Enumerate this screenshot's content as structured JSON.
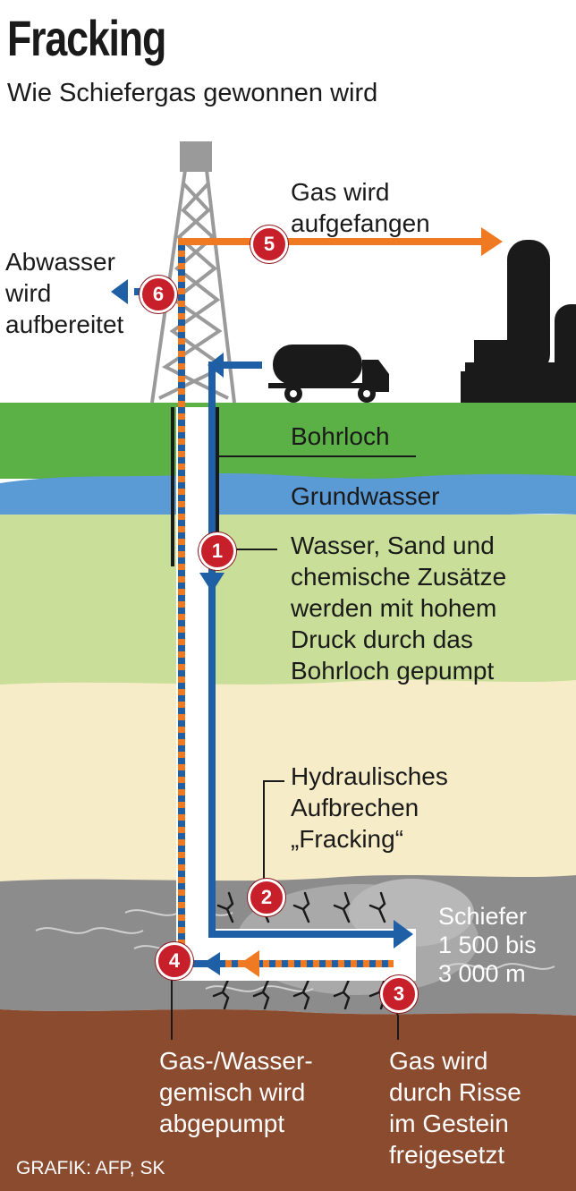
{
  "title": "Fracking",
  "subtitle": "Wie Schiefergas gewonnen wird",
  "credit": "GRAFIK: AFP, SK",
  "colors": {
    "sky": "#ffffff",
    "topsoil": "#5bb046",
    "groundwater": "#5b9bd5",
    "layer_green": "#c9de98",
    "layer_cream": "#f7ecc8",
    "shale": "#8c8c8c",
    "bedrock": "#8a4b2f",
    "water_arrow": "#1f5fa6",
    "gas_arrow": "#f07a22",
    "marker": "#c8202a",
    "machinery": "#1a1a1a"
  },
  "labels": {
    "bohrloch": "Bohrloch",
    "grundwasser": "Grundwasser",
    "schiefer": [
      "Schiefer",
      "1 500 bis",
      "3 000 m"
    ],
    "gas_aufgefangen": [
      "Gas wird",
      "aufgefangen"
    ],
    "abwasser": [
      "Abwasser",
      "wird",
      "aufbereitet"
    ]
  },
  "steps": [
    {
      "number": "1",
      "text": [
        "Wasser, Sand und",
        "chemische Zusätze",
        "werden mit hohem",
        "Druck durch das",
        "Bohrloch gepumpt"
      ]
    },
    {
      "number": "2",
      "text": [
        "Hydraulisches",
        "Aufbrechen",
        "„Fracking“"
      ]
    },
    {
      "number": "3",
      "text": [
        "Gas wird",
        "durch Risse",
        "im Gestein",
        "freigesetzt"
      ]
    },
    {
      "number": "4",
      "text": [
        "Gas-/Wasser-",
        "gemisch wird",
        "abgepumpt"
      ]
    },
    {
      "number": "5"
    },
    {
      "number": "6"
    }
  ]
}
